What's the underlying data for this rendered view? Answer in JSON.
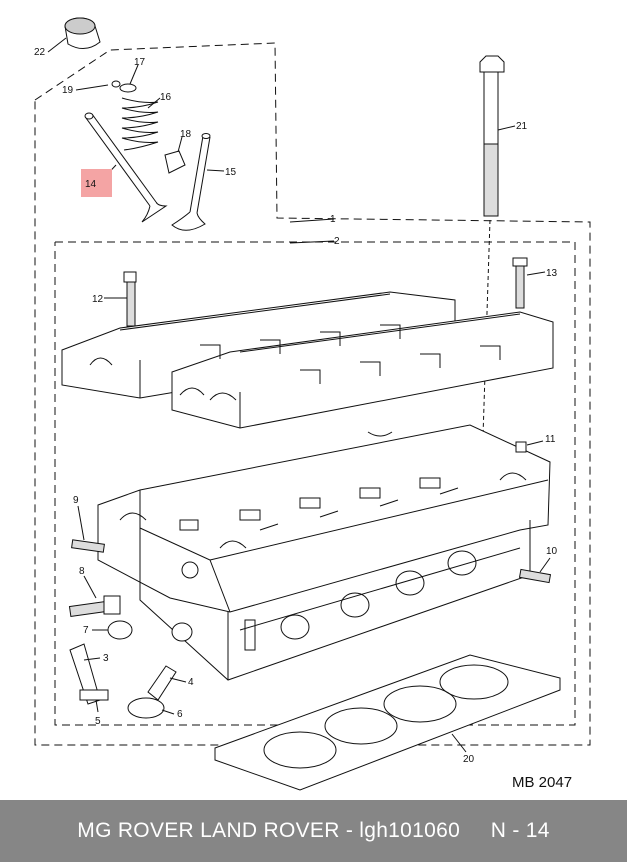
{
  "diagram": {
    "code": "MB 2047",
    "highlight_color": "#f4a4a4",
    "callouts": [
      {
        "id": "1",
        "label": "1"
      },
      {
        "id": "2",
        "label": "2"
      },
      {
        "id": "3",
        "label": "3"
      },
      {
        "id": "4",
        "label": "4"
      },
      {
        "id": "5",
        "label": "5"
      },
      {
        "id": "6",
        "label": "6"
      },
      {
        "id": "7",
        "label": "7"
      },
      {
        "id": "8",
        "label": "8"
      },
      {
        "id": "9",
        "label": "9"
      },
      {
        "id": "10",
        "label": "10"
      },
      {
        "id": "11",
        "label": "11"
      },
      {
        "id": "12",
        "label": "12"
      },
      {
        "id": "13",
        "label": "13"
      },
      {
        "id": "14",
        "label": "14",
        "highlighted": true
      },
      {
        "id": "15",
        "label": "15"
      },
      {
        "id": "16",
        "label": "16"
      },
      {
        "id": "17",
        "label": "17"
      },
      {
        "id": "18",
        "label": "18"
      },
      {
        "id": "19",
        "label": "19"
      },
      {
        "id": "20",
        "label": "20"
      },
      {
        "id": "21",
        "label": "21"
      },
      {
        "id": "22",
        "label": "22"
      }
    ]
  },
  "footer": {
    "text": "MG ROVER LAND ROVER - lgh101060     N - 14",
    "background": "#868686",
    "text_color": "#ffffff"
  }
}
